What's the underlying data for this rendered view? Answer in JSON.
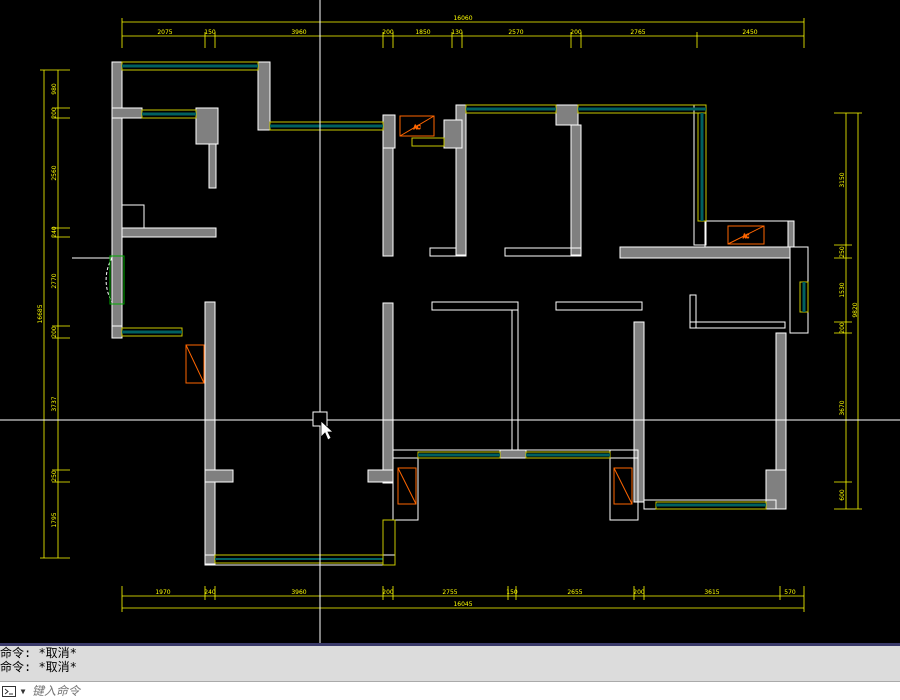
{
  "drawing": {
    "top_dims": [
      "16060",
      "2075",
      "150",
      "3960",
      "200",
      "1850",
      "130",
      "2570",
      "200",
      "2765",
      "2450"
    ],
    "bottom_dims": [
      "1970",
      "240",
      "3960",
      "200",
      "2755",
      "150",
      "2655",
      "200",
      "3615",
      "570",
      "16045"
    ],
    "left_dims": [
      "980",
      "200",
      "2560",
      "240",
      "2770",
      "200",
      "3737",
      "250",
      "1795",
      "16685"
    ],
    "right_dims": [
      "3150",
      "250",
      "1530",
      "200",
      "3670",
      "600",
      "9820"
    ],
    "appliance_label": "AC"
  },
  "history": [
    "命令: *取消*",
    "命令: *取消*"
  ],
  "command": {
    "placeholder": "键入命令"
  },
  "colors": {
    "background": "#000000",
    "wall": "#808080",
    "dimension": "#ffff00",
    "window": "#006060",
    "appliance": "#ff6600",
    "crosshair": "#ffffff"
  }
}
